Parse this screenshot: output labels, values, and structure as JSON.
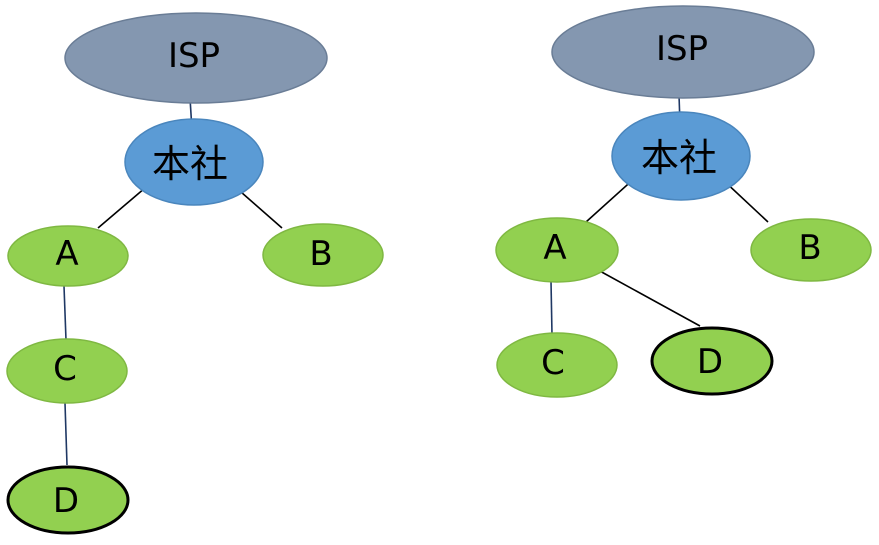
{
  "colors": {
    "isp_fill": "#8497b0",
    "isp_stroke": "#6a7d96",
    "hq_fill": "#5b9bd5",
    "hq_stroke": "#4a86bd",
    "branch_fill": "#92d050",
    "branch_stroke": "#7fb842",
    "line_dark": "#000000",
    "line_navy": "#1f3864"
  },
  "left_diagram": {
    "isp": "ISP",
    "hq": "本社",
    "a": "A",
    "b": "B",
    "c": "C",
    "d": "D"
  },
  "right_diagram": {
    "isp": "ISP",
    "hq": "本社",
    "a": "A",
    "b": "B",
    "c": "C",
    "d": "D"
  }
}
